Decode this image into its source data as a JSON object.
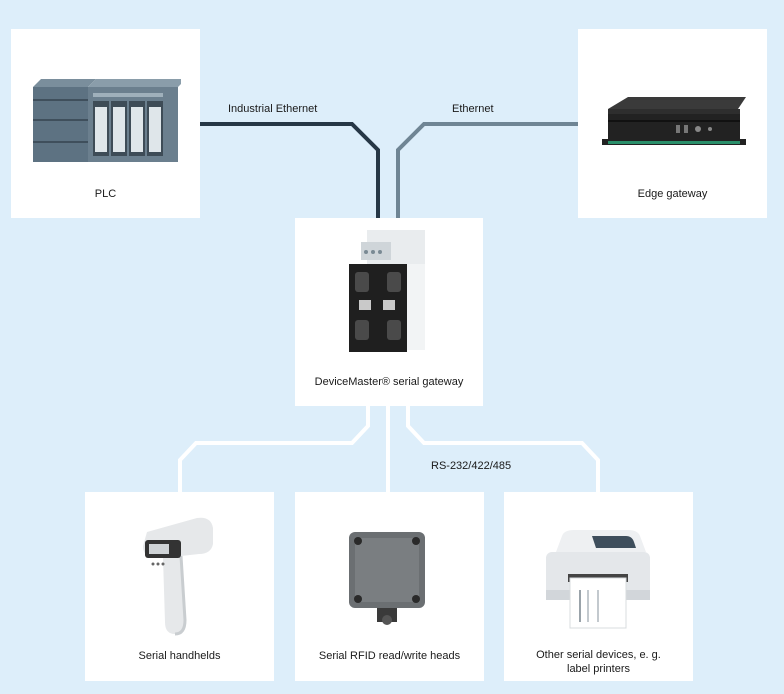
{
  "nodes": {
    "plc": {
      "label": "PLC"
    },
    "edge_gateway": {
      "label": "Edge gateway"
    },
    "devicemaster": {
      "label": "DeviceMaster® serial gateway"
    },
    "handhelds": {
      "label": "Serial handhelds"
    },
    "rfid": {
      "label": "Serial RFID read/write heads"
    },
    "other": {
      "label_line1": "Other serial devices, e. g.",
      "label_line2": "label printers"
    }
  },
  "edges": {
    "industrial_ethernet": "Industrial Ethernet",
    "ethernet": "Ethernet",
    "serial": "RS-232/422/485"
  },
  "colors": {
    "background": "#ddeefa",
    "industrial_ethernet_line": "#263746",
    "ethernet_line": "#6f8594",
    "serial_line": "#ffffff"
  }
}
